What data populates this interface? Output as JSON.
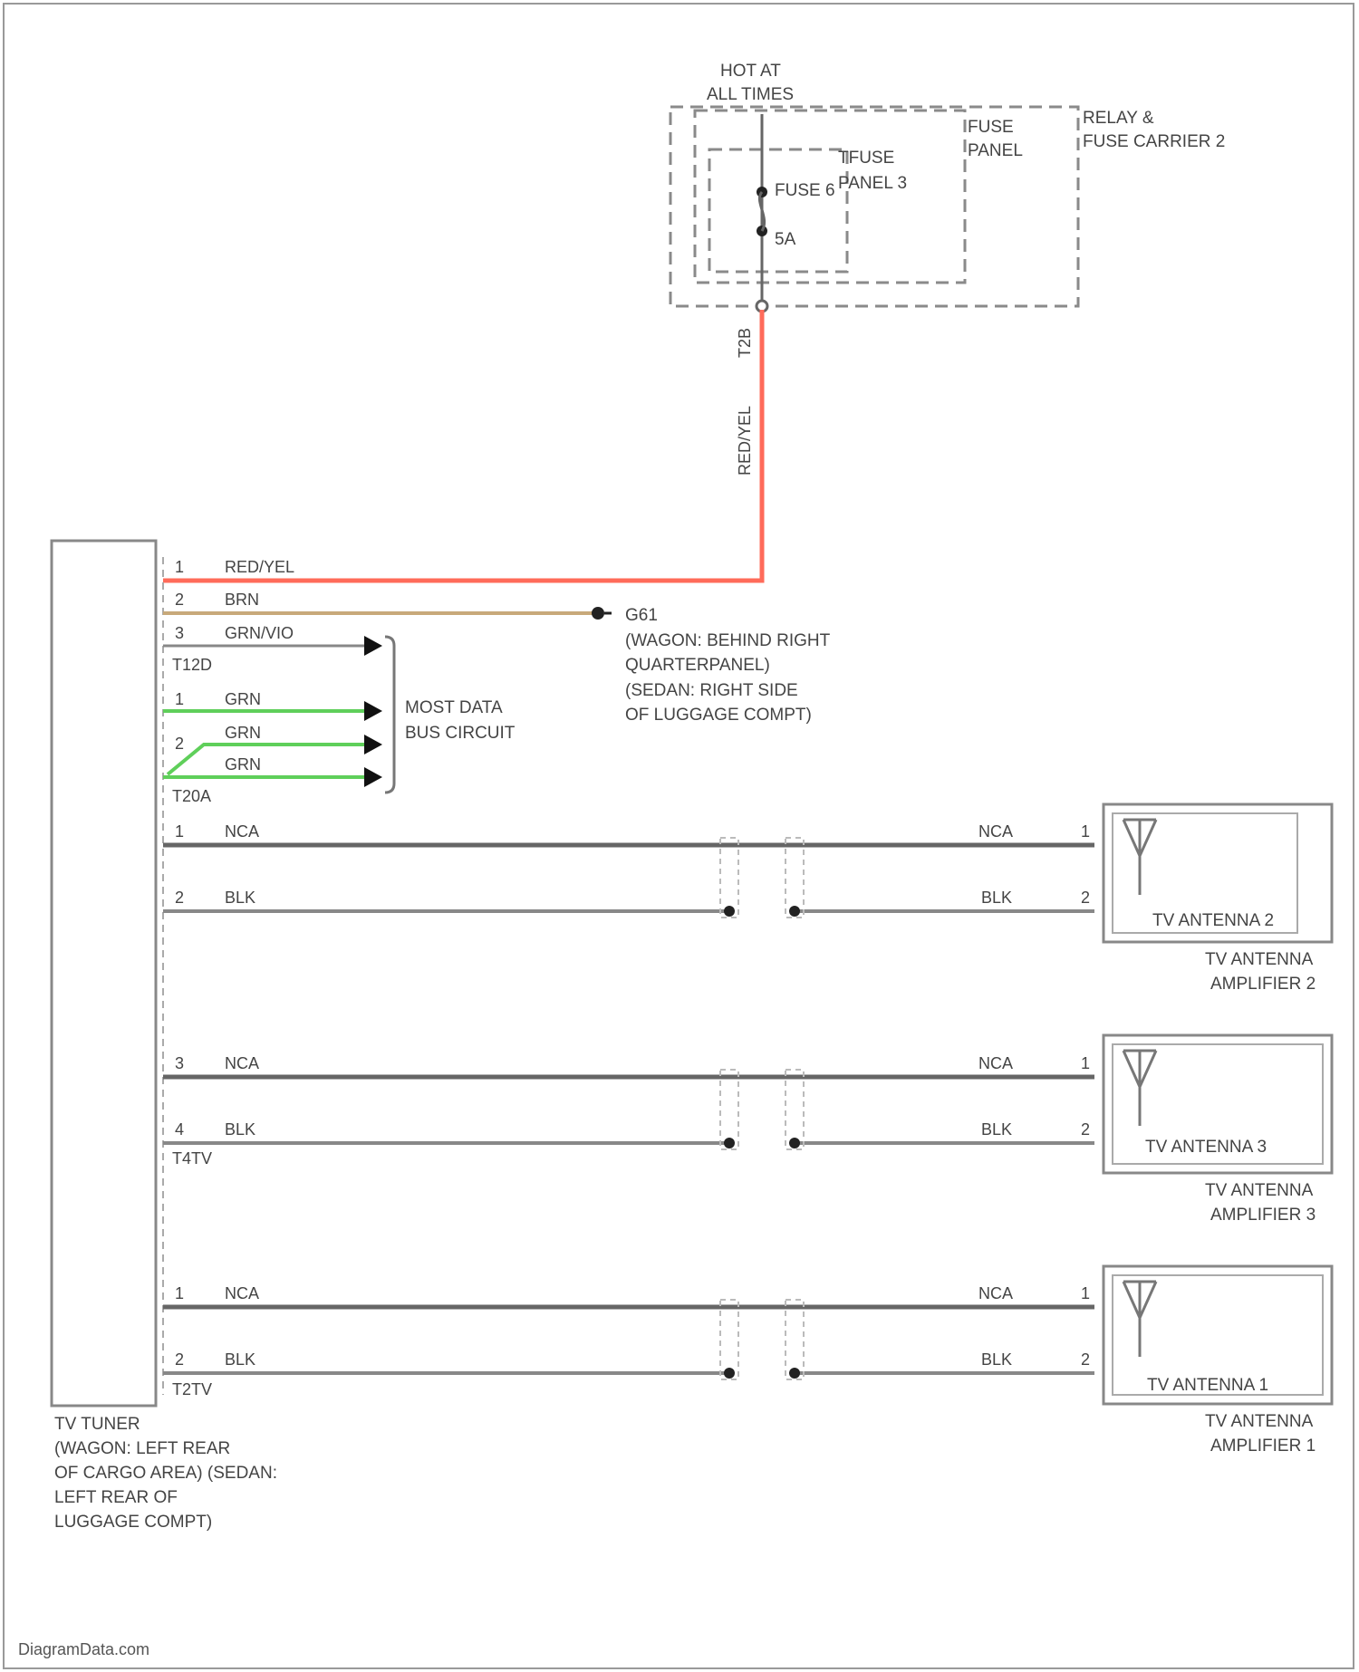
{
  "header": {
    "hot_line1": "HOT AT",
    "hot_line2": "ALL TIMES",
    "relay_line1": "RELAY &",
    "relay_line2": "FUSE CARRIER 2",
    "fuse_panel_line1": "FUSE",
    "fuse_panel_line2": "PANEL",
    "tfuse_line1": "TFUSE",
    "tfuse_line2": "PANEL 3",
    "fuse_name": "FUSE 6",
    "fuse_amps": "5A",
    "vertical_wire_label": "RED/YEL",
    "vertical_wire_pin": "T2B"
  },
  "tuner": {
    "label_lines": [
      "TV TUNER",
      "(WAGON: LEFT REAR",
      "OF CARGO AREA) (SEDAN:",
      "LEFT REAR OF",
      "LUGGAGE COMPT)"
    ],
    "connector_t12d": "T12D",
    "connector_t20a": "T20A",
    "connector_t4tv": "T4TV",
    "connector_t2tv": "T2TV"
  },
  "power_wires": [
    {
      "pin": "1",
      "color_label": "RED/YEL"
    },
    {
      "pin": "2",
      "color_label": "BRN"
    },
    {
      "pin": "3",
      "color_label": "GRN/VIO"
    }
  ],
  "ground": {
    "id": "G61",
    "lines": [
      "(WAGON: BEHIND RIGHT",
      "QUARTERPANEL)",
      "(SEDAN: RIGHT SIDE",
      "OF LUGGAGE COMPT)"
    ]
  },
  "most_wires": [
    {
      "pin": "1",
      "color_label": "GRN"
    },
    {
      "pin": "",
      "color_label": "GRN"
    },
    {
      "pin": "2",
      "color_label": "GRN"
    }
  ],
  "most_label_line1": "MOST DATA",
  "most_label_line2": "BUS CIRCUIT",
  "antenna_groups": [
    {
      "wire_a": {
        "pin_left": "1",
        "label_left": "NCA",
        "label_right": "NCA",
        "pin_right": "1"
      },
      "wire_b": {
        "pin_left": "2",
        "label_left": "BLK",
        "label_right": "BLK",
        "pin_right": "2"
      },
      "inner_label": "TV ANTENNA 2",
      "amp_line1": "TV ANTENNA",
      "amp_line2": "AMPLIFIER 2"
    },
    {
      "wire_a": {
        "pin_left": "3",
        "label_left": "NCA",
        "label_right": "NCA",
        "pin_right": "1"
      },
      "wire_b": {
        "pin_left": "4",
        "label_left": "BLK",
        "label_right": "BLK",
        "pin_right": "2"
      },
      "inner_label": "TV ANTENNA 3",
      "amp_line1": "TV ANTENNA",
      "amp_line2": "AMPLIFIER 3"
    },
    {
      "wire_a": {
        "pin_left": "1",
        "label_left": "NCA",
        "label_right": "NCA",
        "pin_right": "1"
      },
      "wire_b": {
        "pin_left": "2",
        "label_left": "BLK",
        "label_right": "BLK",
        "pin_right": "2"
      },
      "inner_label": "TV ANTENNA 1",
      "amp_line1": "TV ANTENNA",
      "amp_line2": "AMPLIFIER 1"
    }
  ],
  "footer": {
    "watermark": "DiagramData.com"
  },
  "colors": {
    "red_yel": "#ff6b5a",
    "brn": "#c8a97a",
    "grn": "#5fcf5a",
    "wire": "#666666",
    "line": "#777777"
  }
}
